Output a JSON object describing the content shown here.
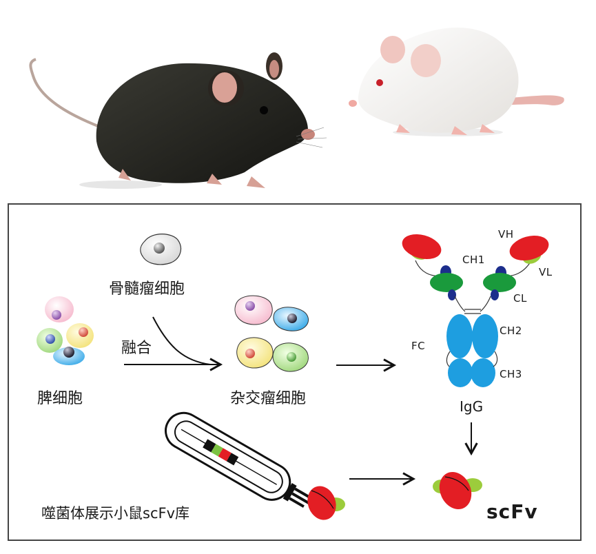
{
  "labels": {
    "myeloma": "骨髓瘤细胞",
    "fusion": "融合",
    "spleen": "脾细胞",
    "hybridoma": "杂交瘤细胞",
    "vh": "VH",
    "ch1": "CH1",
    "vl": "VL",
    "cl": "CL",
    "ch2": "CH2",
    "fc": "FC",
    "ch3": "CH3",
    "igg": "IgG",
    "phage_library": "噬菌体展示小鼠scFv库",
    "scfv": "scFv"
  },
  "photos": [
    {
      "name": "black-mouse",
      "fur": "#1e1e1a"
    },
    {
      "name": "white-mouse",
      "fur": "#f4f2f0"
    }
  ],
  "colors": {
    "heavy_variable": "#e31e24",
    "light_variable": "#9ccc3c",
    "constant_1": "#1a9a3c",
    "hinge": "#1c2e8c",
    "fc_domain": "#1e9ee0",
    "border": "#444444"
  }
}
